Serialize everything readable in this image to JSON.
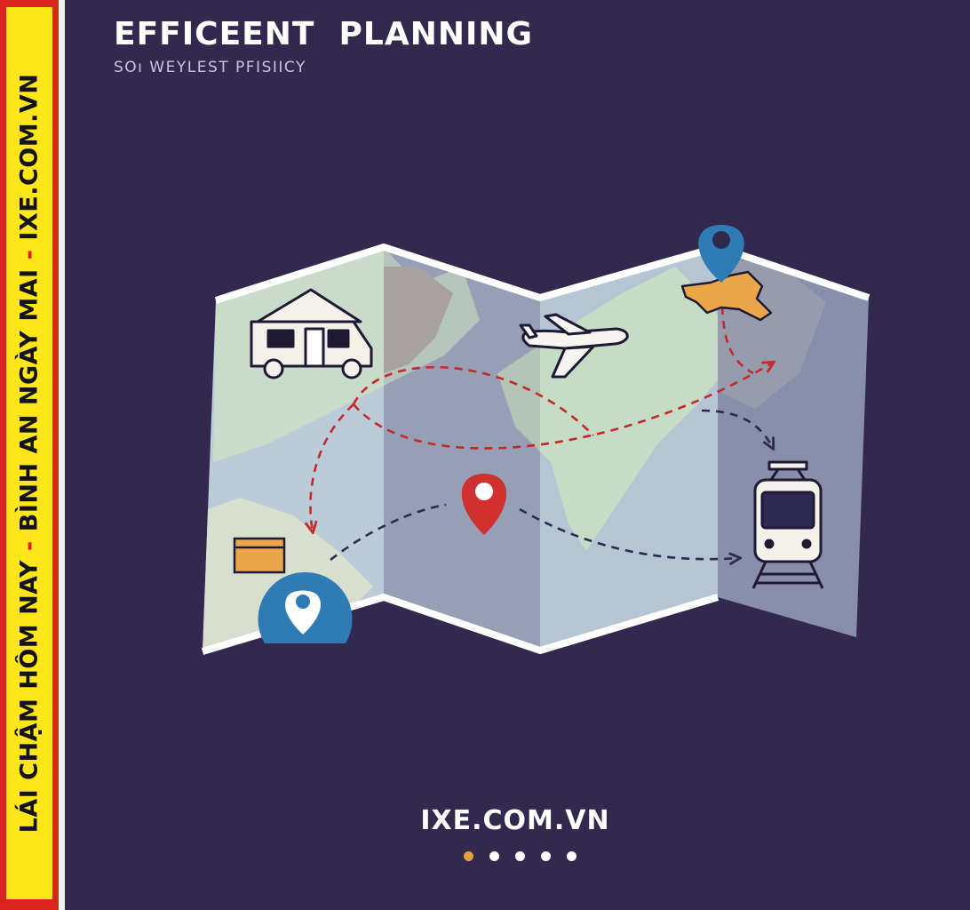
{
  "side_banner": {
    "part1": "LÁI CHẬM HÔM NAY",
    "part2": "BÌNH AN NGÀY MAI",
    "part3": "IXE.COM.VN",
    "separator": "-"
  },
  "header": {
    "title": "EFFICEENT  PLANNING",
    "subtitle": "SOı WEYLEST PFISIICY"
  },
  "map": {
    "icons": [
      "rv-camper-icon",
      "airplane-icon",
      "location-pin-icon",
      "train-icon",
      "folder-icon"
    ],
    "colors": {
      "background": "#33294f",
      "map_land": "#c9dccb",
      "map_water": "#b8c7d6",
      "route_red": "#c42a2a",
      "route_navy": "#2e2a52",
      "pin_blue": "#2f7bb5",
      "pin_red": "#d0302e",
      "accent_orange": "#eba64a"
    }
  },
  "footer": {
    "brand": "IXE.COM.VN",
    "carousel": {
      "count": 5,
      "active_index": 0
    }
  }
}
